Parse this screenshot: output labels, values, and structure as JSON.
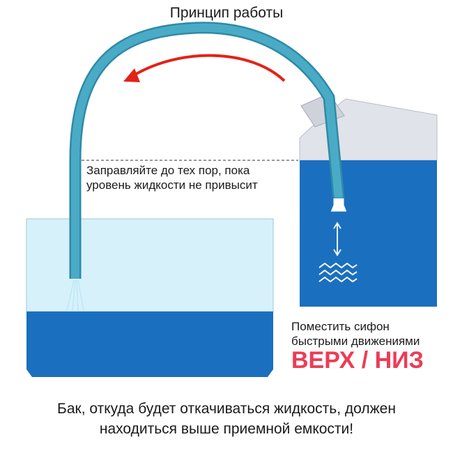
{
  "title": "Принцип работы",
  "level_note": {
    "line1": "Заправляйте до тех пор, пока",
    "line2": "уровень жидкости не привысит"
  },
  "instruction": {
    "line1": "Поместить сифон",
    "line2": "быстрыми движениями",
    "accent": "ВЕРХ / НИЗ"
  },
  "footer": {
    "line1": "Бак, откуда будет откачиваться жидкость, должен",
    "line2": "находиться выше приемной емкости!"
  },
  "colors": {
    "hose": "#4aabc6",
    "hose_stroke": "#2f8aa6",
    "water": "#1a6fbf",
    "receiving_tank_air": "#d7f1fb",
    "source_tank_body": "#e1e3ea",
    "arrow": "#e32218",
    "accent_text": "#ee3b55",
    "text": "#1a1a1a"
  },
  "icons": [
    "flow-direction-arrow",
    "up-down-arrow-icon",
    "liquid-waves-icon",
    "siphon-nozzle-icon",
    "water-jet-icon"
  ]
}
